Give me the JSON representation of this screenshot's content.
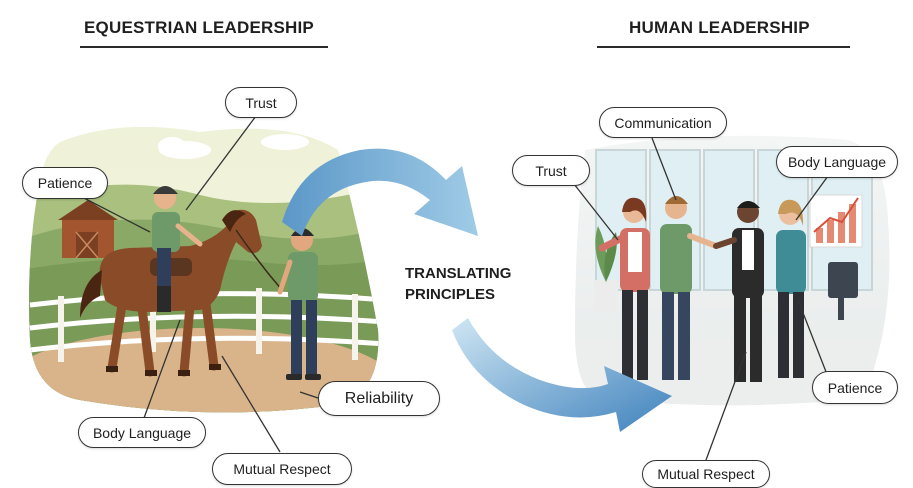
{
  "left_title": "EQUESTRIAN LEADERSHIP",
  "right_title": "HUMAN LEADERSHIP",
  "center": {
    "line1": "TRANSLATING",
    "line2": "PRINCIPLES"
  },
  "left_labels": {
    "trust": "Trust",
    "patience": "Patience",
    "reliability": "Reliability",
    "body_language": "Body Language",
    "mutual_respect": "Mutual Respect"
  },
  "right_labels": {
    "communication": "Communication",
    "trust": "Trust",
    "body_language": "Body Language",
    "patience": "Patience",
    "mutual_respect": "Mutual Respect"
  },
  "colors": {
    "arrow_blue": "#4f8fc2",
    "field_green": "#8aa866",
    "arena_sand": "#d9b48a",
    "horse_brown": "#8a4b28"
  }
}
